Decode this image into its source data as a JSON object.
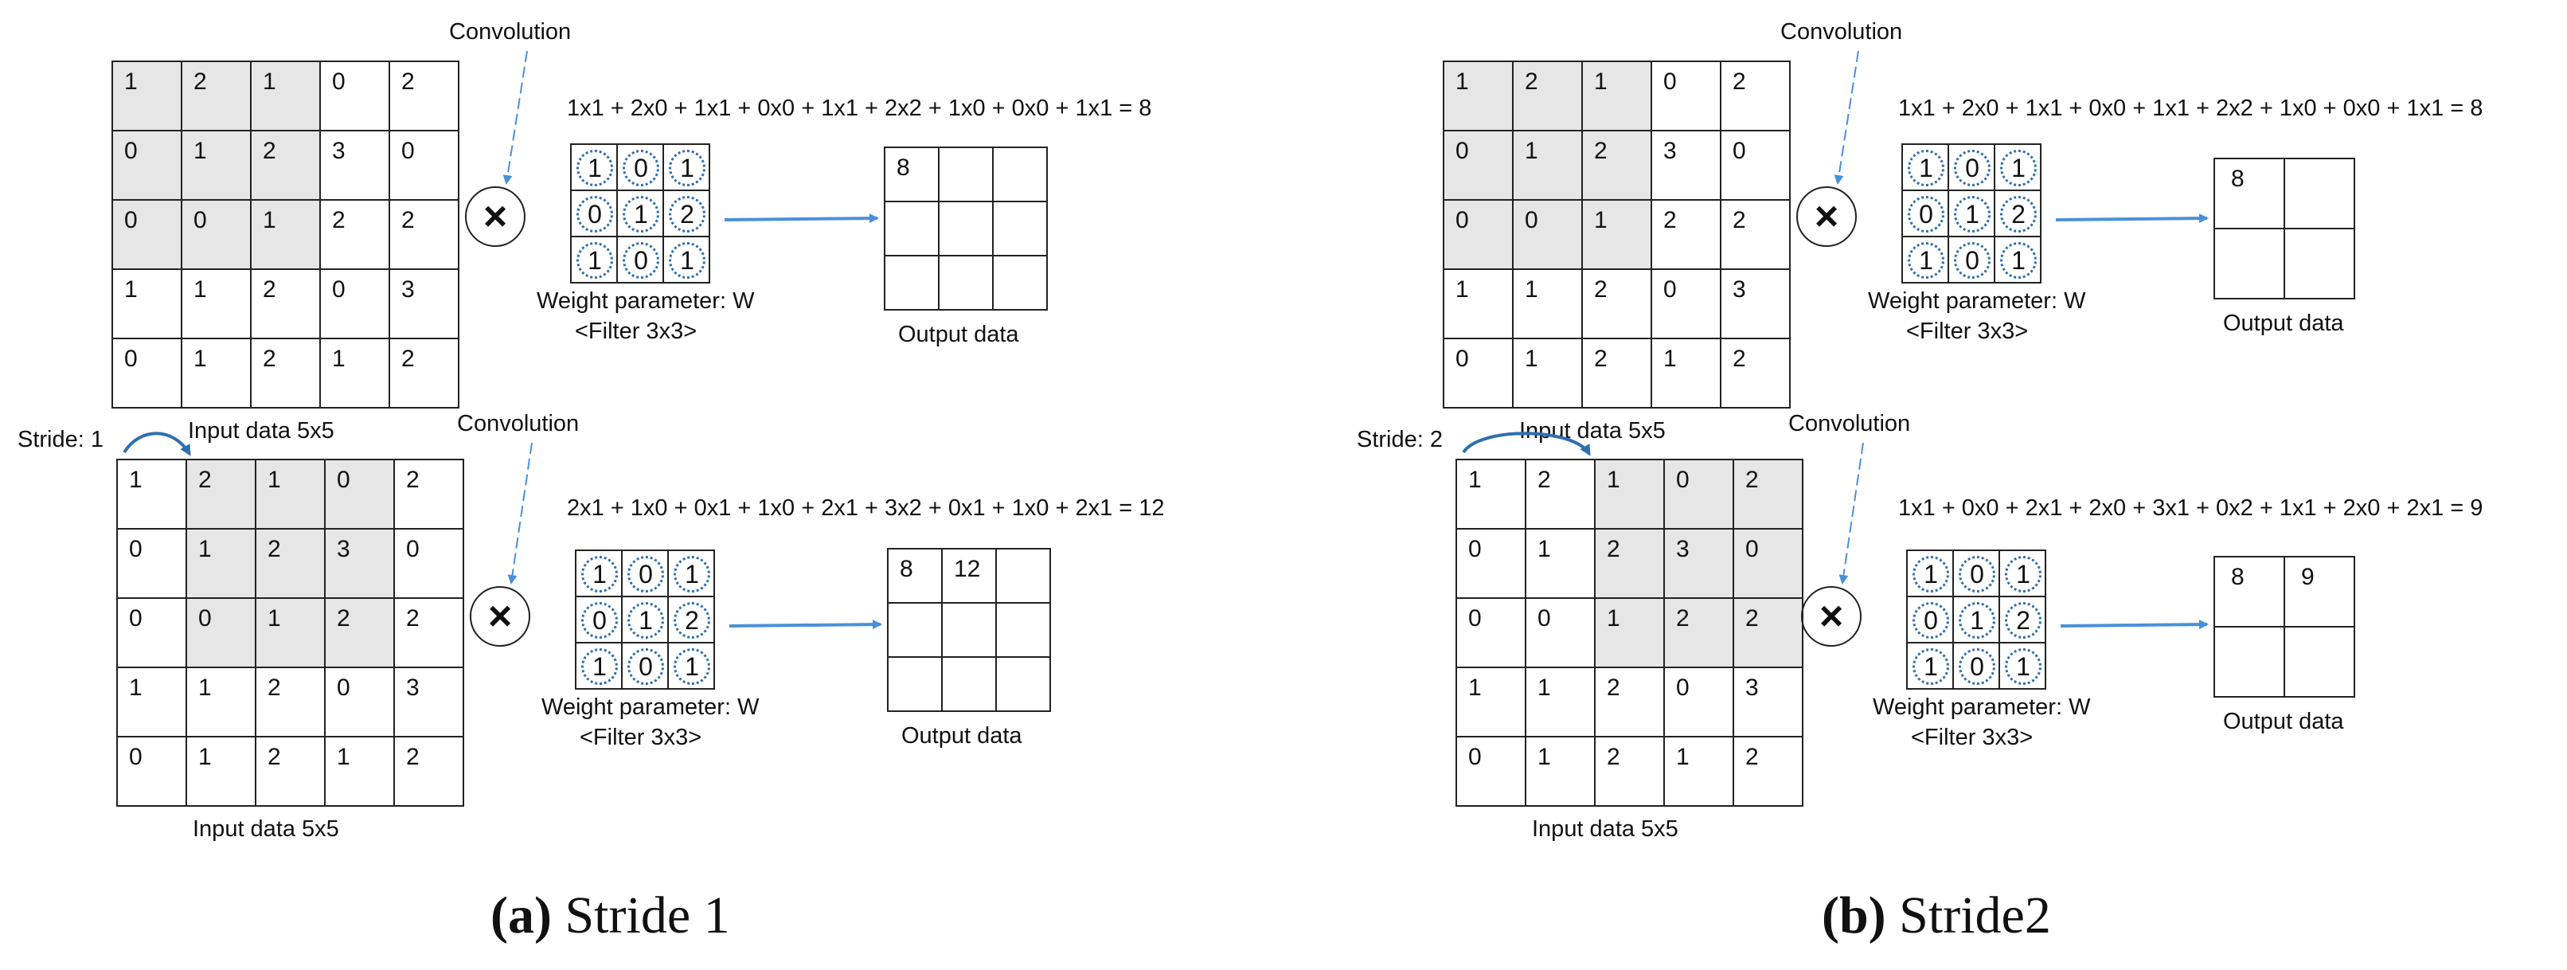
{
  "panels": [
    {
      "caption_letter": "(a)",
      "caption_text": " Stride 1",
      "rows": [
        {
          "convolution_label": "Convolution",
          "formula": "1x1 + 2x0 + 1x1 + 0x0 + 1x1 + 2x2 + 1x0 + 0x0 + 1x1 = 8",
          "input_label": "Input data 5x5",
          "weight_label": "Weight parameter: W",
          "filter_label": "<Filter 3x3>",
          "output_label": "Output data",
          "stride_label": "",
          "input": [
            [
              "1",
              "2",
              "1",
              "0",
              "2"
            ],
            [
              "0",
              "1",
              "2",
              "3",
              "0"
            ],
            [
              "0",
              "0",
              "1",
              "2",
              "2"
            ],
            [
              "1",
              "1",
              "2",
              "0",
              "3"
            ],
            [
              "0",
              "1",
              "2",
              "1",
              "2"
            ]
          ],
          "shaded": [
            [
              0,
              0
            ],
            [
              0,
              1
            ],
            [
              0,
              2
            ],
            [
              1,
              0
            ],
            [
              1,
              1
            ],
            [
              1,
              2
            ],
            [
              2,
              0
            ],
            [
              2,
              1
            ],
            [
              2,
              2
            ]
          ],
          "filter": [
            [
              "1",
              "0",
              "1"
            ],
            [
              "0",
              "1",
              "2"
            ],
            [
              "1",
              "0",
              "1"
            ]
          ],
          "output": [
            [
              "8",
              "",
              ""
            ],
            [
              "",
              "",
              ""
            ],
            [
              "",
              "",
              ""
            ]
          ]
        },
        {
          "convolution_label": "Convolution",
          "formula": "2x1 + 1x0 + 0x1 + 1x0 + 2x1 + 3x2 + 0x1 + 1x0 + 2x1 = 12",
          "input_label": "Input data 5x5",
          "weight_label": "Weight parameter: W",
          "filter_label": "<Filter 3x3>",
          "output_label": "Output data",
          "stride_label": "Stride: 1",
          "input": [
            [
              "1",
              "2",
              "1",
              "0",
              "2"
            ],
            [
              "0",
              "1",
              "2",
              "3",
              "0"
            ],
            [
              "0",
              "0",
              "1",
              "2",
              "2"
            ],
            [
              "1",
              "1",
              "2",
              "0",
              "3"
            ],
            [
              "0",
              "1",
              "2",
              "1",
              "2"
            ]
          ],
          "shaded": [
            [
              0,
              1
            ],
            [
              0,
              2
            ],
            [
              0,
              3
            ],
            [
              1,
              1
            ],
            [
              1,
              2
            ],
            [
              1,
              3
            ],
            [
              2,
              1
            ],
            [
              2,
              2
            ],
            [
              2,
              3
            ]
          ],
          "filter": [
            [
              "1",
              "0",
              "1"
            ],
            [
              "0",
              "1",
              "2"
            ],
            [
              "1",
              "0",
              "1"
            ]
          ],
          "output": [
            [
              "8",
              "12",
              ""
            ],
            [
              "",
              "",
              ""
            ],
            [
              "",
              "",
              ""
            ]
          ]
        }
      ]
    },
    {
      "caption_letter": "(b)",
      "caption_text": " Stride2",
      "rows": [
        {
          "convolution_label": "Convolution",
          "formula": "1x1 + 2x0 + 1x1 + 0x0 + 1x1 + 2x2 + 1x0 + 0x0 + 1x1 = 8",
          "input_label": "Input data 5x5",
          "weight_label": "Weight parameter: W",
          "filter_label": "<Filter 3x3>",
          "output_label": "Output data",
          "stride_label": "",
          "input": [
            [
              "1",
              "2",
              "1",
              "0",
              "2"
            ],
            [
              "0",
              "1",
              "2",
              "3",
              "0"
            ],
            [
              "0",
              "0",
              "1",
              "2",
              "2"
            ],
            [
              "1",
              "1",
              "2",
              "0",
              "3"
            ],
            [
              "0",
              "1",
              "2",
              "1",
              "2"
            ]
          ],
          "shaded": [
            [
              0,
              0
            ],
            [
              0,
              1
            ],
            [
              0,
              2
            ],
            [
              1,
              0
            ],
            [
              1,
              1
            ],
            [
              1,
              2
            ],
            [
              2,
              0
            ],
            [
              2,
              1
            ],
            [
              2,
              2
            ]
          ],
          "filter": [
            [
              "1",
              "0",
              "1"
            ],
            [
              "0",
              "1",
              "2"
            ],
            [
              "1",
              "0",
              "1"
            ]
          ],
          "output": [
            [
              "8",
              ""
            ],
            [
              "",
              ""
            ]
          ]
        },
        {
          "convolution_label": "Convolution",
          "formula": "1x1 + 0x0 + 2x1 + 2x0 + 3x1 + 0x2 + 1x1 + 2x0 + 2x1 = 9",
          "input_label": "Input data 5x5",
          "weight_label": "Weight parameter: W",
          "filter_label": "<Filter 3x3>",
          "output_label": "Output data",
          "stride_label": "Stride: 2",
          "input": [
            [
              "1",
              "2",
              "1",
              "0",
              "2"
            ],
            [
              "0",
              "1",
              "2",
              "3",
              "0"
            ],
            [
              "0",
              "0",
              "1",
              "2",
              "2"
            ],
            [
              "1",
              "1",
              "2",
              "0",
              "3"
            ],
            [
              "0",
              "1",
              "2",
              "1",
              "2"
            ]
          ],
          "shaded": [
            [
              0,
              2
            ],
            [
              0,
              3
            ],
            [
              0,
              4
            ],
            [
              1,
              2
            ],
            [
              1,
              3
            ],
            [
              1,
              4
            ],
            [
              2,
              2
            ],
            [
              2,
              3
            ],
            [
              2,
              4
            ]
          ],
          "filter": [
            [
              "1",
              "0",
              "1"
            ],
            [
              "0",
              "1",
              "2"
            ],
            [
              "1",
              "0",
              "1"
            ]
          ],
          "output": [
            [
              "8",
              "9"
            ],
            [
              "",
              ""
            ]
          ]
        }
      ]
    }
  ],
  "colors": {
    "arrow": "#4a90d9",
    "shade": "#e6e6e6",
    "ring": "#2e6fb0"
  }
}
